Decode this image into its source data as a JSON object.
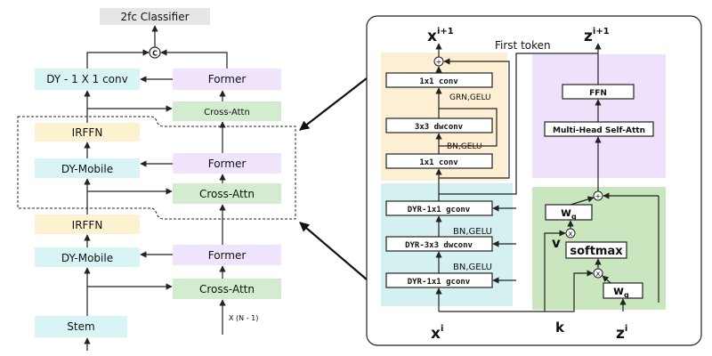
{
  "left": {
    "classifier": "2fc Classifier",
    "concat": "C",
    "dy_conv": "DY - 1 X 1 conv",
    "former_top": "Former",
    "crossattn_top": "Cross-Attn",
    "irffn_1": "IRFFN",
    "dymobile_1": "DY-Mobile",
    "former_mid": "Former",
    "crossattn_mid": "Cross-Attn",
    "irffn_2": "IRFFN",
    "dymobile_2": "DY-Mobile",
    "former_bot": "Former",
    "crossattn_bot": "Cross-Attn",
    "stem": "Stem",
    "x_input": "X (N - 1)"
  },
  "right": {
    "xi1_base": "x",
    "xi1_sup": "i+1",
    "zi1_base": "z",
    "zi1_sup": "i+1",
    "first_token": "First token",
    "plus": "+",
    "conv1x1_top": "1x1 conv",
    "grn_gelu": "GRN,GELU",
    "dwconv3x3": "3x3 dwconv",
    "bn_gelu_1": "BN,GELU",
    "conv1x1_bot": "1x1 conv",
    "dyr_gconv_top": "DYR-1x1 gconv",
    "bn_gelu_2": "BN,GELU",
    "dyr_dwconv": "DYR-3x3 dwconv",
    "bn_gelu_3": "BN,GELU",
    "dyr_gconv_bot": "DYR-1x1 gconv",
    "xi_base": "x",
    "xi_sup": "i",
    "ffn": "FFN",
    "mhsa": "Multi-Head Self-Attn",
    "wq_top_base": "w",
    "wq_top_sub": "q",
    "v_label": "v",
    "times": "x",
    "softmax": "softmax",
    "wq_bot_base": "w",
    "wq_bot_sub": "q",
    "k_label": "k",
    "zi_base": "z",
    "zi_sup": "i"
  },
  "colors": {
    "dy_blue": "#d8f4f4",
    "former_purple": "#efe4fb",
    "cross_green": "#d3ebcf",
    "irffn_yellow": "#fcf2cf",
    "classifier_gray": "#e6e6e6",
    "panel_yellow": "#fcefd3",
    "panel_cyan": "#d4f0f0",
    "panel_purple": "#efe0fb",
    "panel_green": "#c9e6bf"
  }
}
